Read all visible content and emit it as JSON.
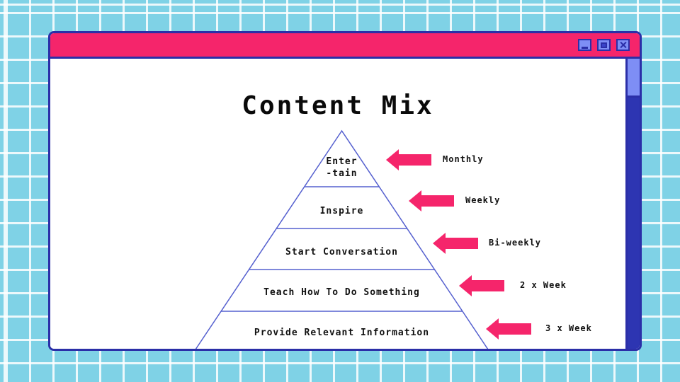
{
  "title": "Content Mix",
  "window": {
    "controls": {
      "minimize": "minimize",
      "maximize": "maximize",
      "close": "close"
    }
  },
  "chart_data": {
    "type": "pyramid",
    "title": "Content Mix",
    "levels": [
      {
        "label": "Enter\n-tain",
        "frequency": "Monthly"
      },
      {
        "label": "Inspire",
        "frequency": "Weekly"
      },
      {
        "label": "Start Conversation",
        "frequency": "Bi-weekly"
      },
      {
        "label": "Teach How To Do Something",
        "frequency": "2 x Week"
      },
      {
        "label": "Provide Relevant Information",
        "frequency": "3 x Week"
      }
    ],
    "layout_hints": {
      "order": "top-to-bottom",
      "arrow_direction": "left",
      "frequency_labels_position": "right"
    }
  },
  "colors": {
    "titlebar": "#F5256B",
    "arrow": "#F5256B",
    "window_border": "#2B2FA8",
    "pyramid_stroke": "#5560CF",
    "desktop_background": "#7FD2E6",
    "grid_line": "#FFFFFF",
    "scroll_thumb": "#7E8EF5",
    "scroll_track": "#2D35B2",
    "control_fill": "#7E8EF5"
  }
}
